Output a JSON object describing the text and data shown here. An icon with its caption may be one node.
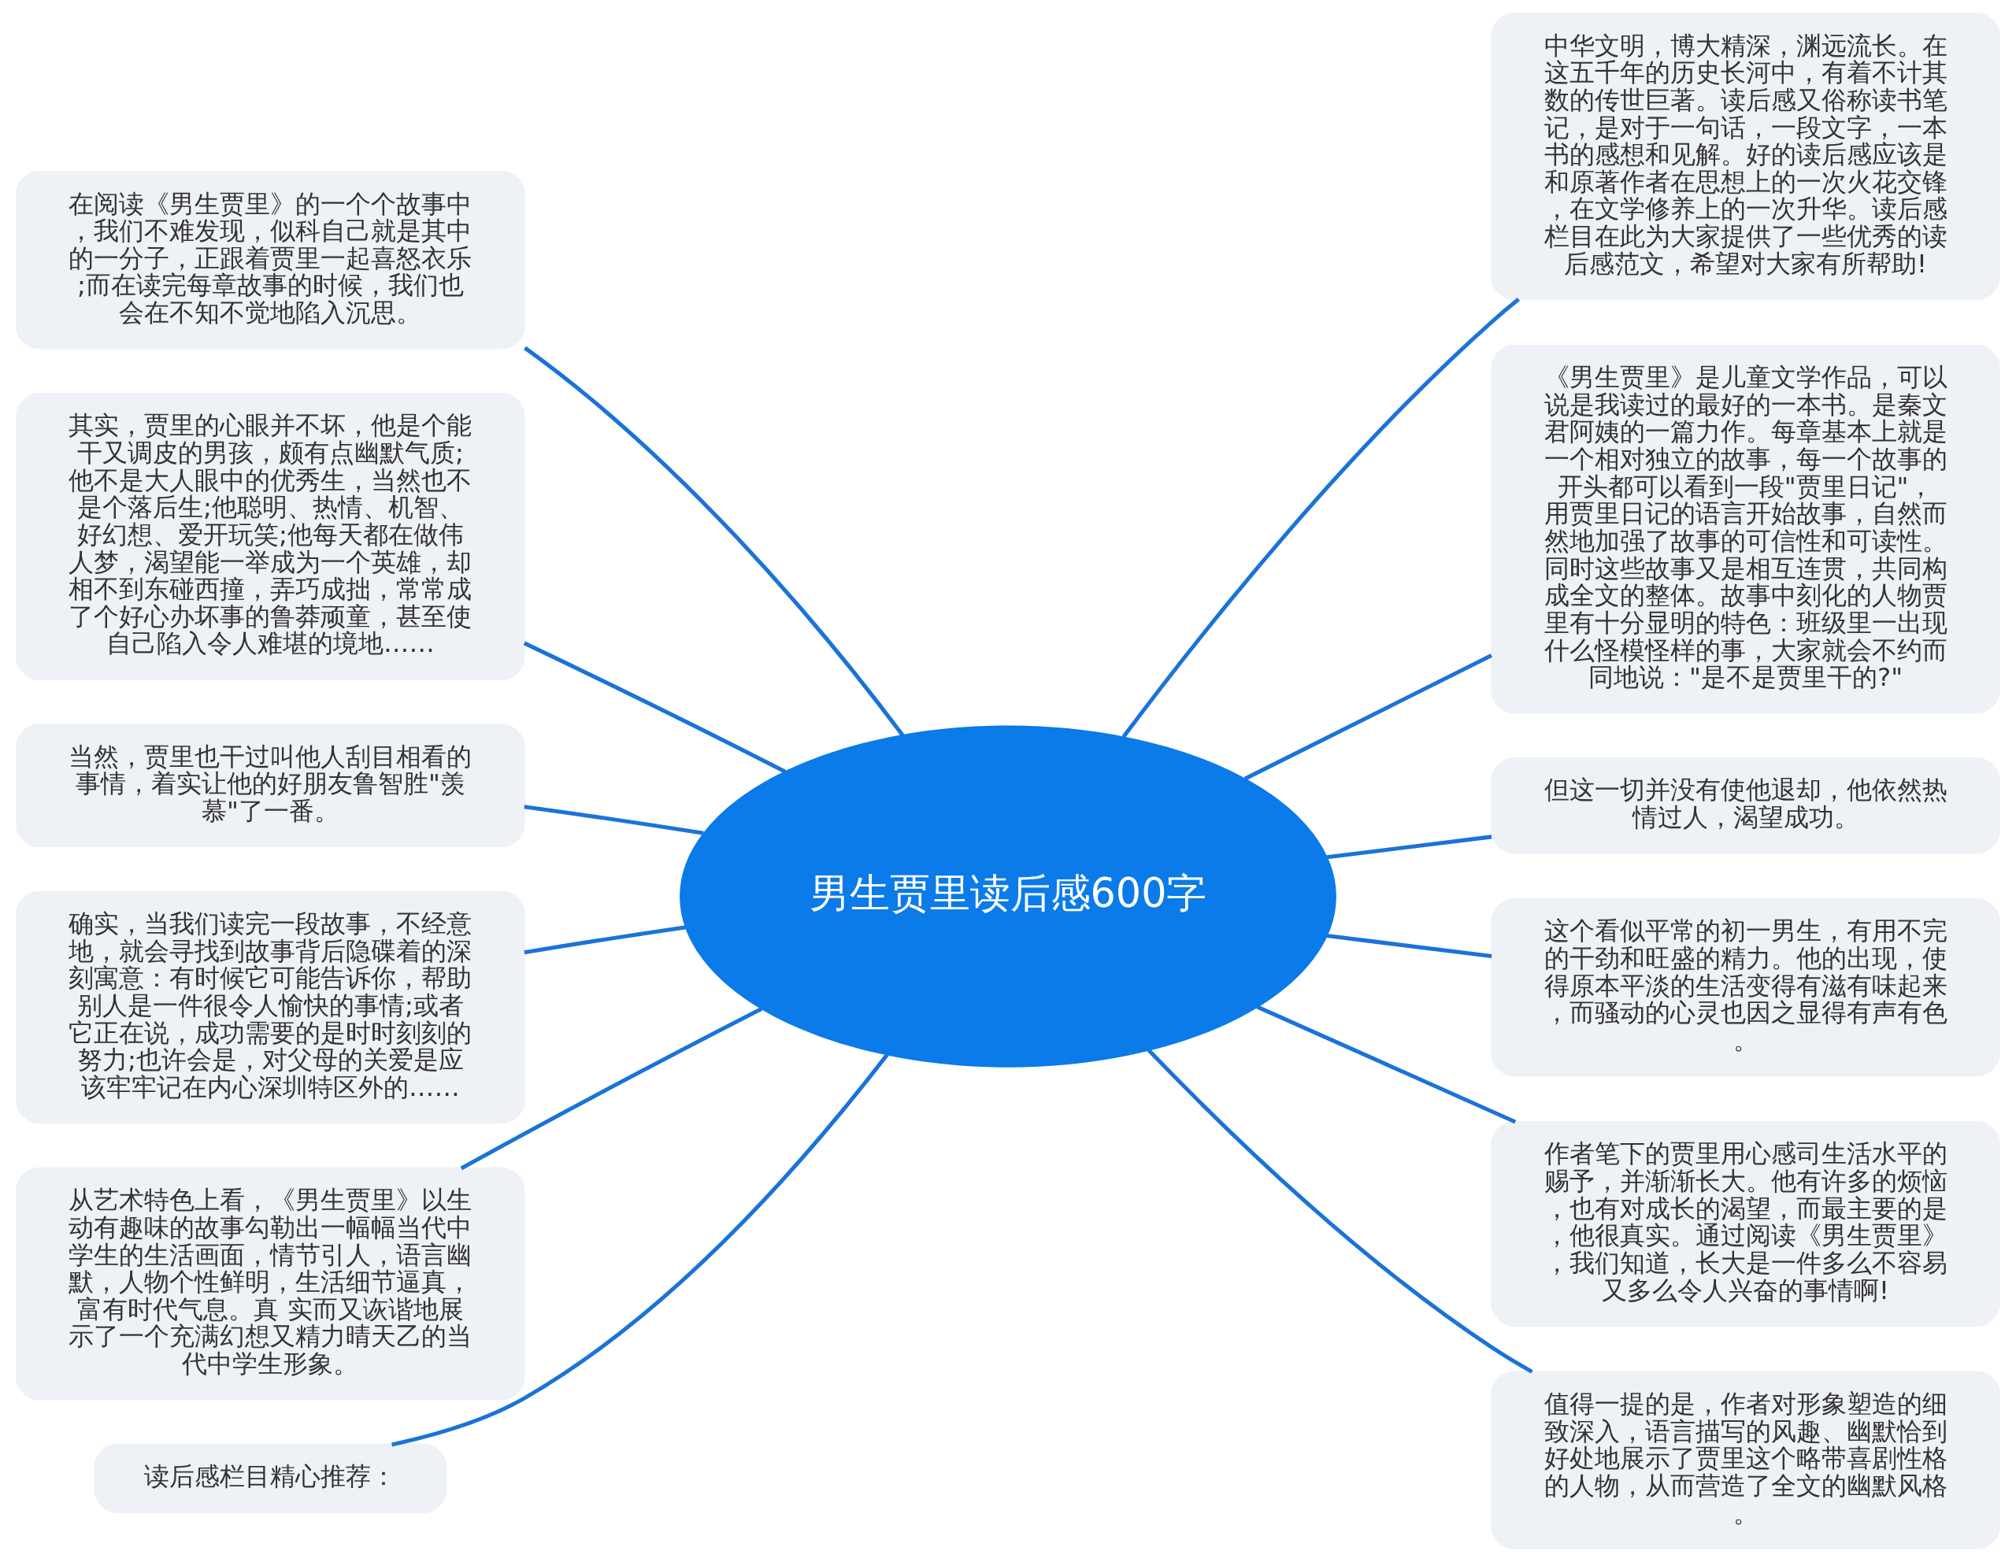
{
  "diagram": {
    "nodes": [
      {
        "text": [
          "男生贾里读后感600字"
        ]
      },
      {
        "text": [
          "中华文明，博大精深，渊远流长。在这五千年的历史长河中，有着不计其数的传世巨著。读后感又俗称读书笔记，是对于一句话，一段文字，一本书的感想和见解。好的读后感应该是和原著作者在思想上的一次火花交锋，在文学修养上的一次升华。读后感栏目在此为大家提供了一些优秀的读后感范文，希望对大家有所帮助!"
        ]
      },
      {
        "text": [
          "《男生贾里》是儿童文学作品，可以说是我读过的最好的一本书。是秦文君阿姨的一篇力作。每章基本上就是一个相对独立的故事，每一个故事的开头都可以看到一段\"贾里日记\"，用贾里日记的语言开始故事，自然而然地加强了故事的可信性和可读性。同时这些故事又是相互连贯，共同构成全文的整体。故事中刻化的人物贾里有十分显明的特色：班级里一出现什么怪模怪样的事，大家就会不约而同地说：\"是不是贾里干的?\""
        ]
      },
      {
        "text": [
          "但这一切并没有使他退却，他依然热情过人，渴望成功。"
        ]
      },
      {
        "text": [
          "这个看似平常的初一男生，有用不完的干劲和旺盛的精力。他的出现，使得原本平淡的生活变得有滋有味起来，而骚动的心灵也因之显得有声有色。"
        ]
      },
      {
        "text": [
          "作者笔下的贾里用心感司生活水平的赐予，并渐渐长大。他有许多的烦恼，也有对成长的渴望，而最主要的是，他很真实。通过阅读《男生贾里》，我们知道，长大是一件多么不容易又多么令人兴奋的事情啊!"
        ]
      },
      {
        "text": [
          "值得一提的是，作者对形象塑造的细致深入，语言描写的风趣、幽默恰到好处地展示了贾里这个略带喜剧性格的人物，从而营造了全文的幽默风格。"
        ]
      },
      {
        "text": [
          "在阅读《男生贾里》的一个个故事中，我们不难发现，似科自己就是其中的一分子，正跟着贾里一起喜怒衣乐;而在读完每章故事的时候，我们也会在不知不觉地陷入沉思。"
        ]
      },
      {
        "text": [
          "其实，贾里的心眼并不坏，他是个能干又调皮的男孩，颇有点幽默气质;他不是大人眼中的优秀生，当然也不是个落后生;他聪明、热情、机智、好幻想、爱开玩笑;他每天都在做伟人梦，渴望能一举成为一个英雄，却相不到东碰西撞，弄巧成拙，常常成了个好心办坏事的鲁莽顽童，甚至使自己陷入令人难堪的境地……"
        ]
      },
      {
        "text": [
          "当然，贾里也干过叫他人刮目相看的事情，着实让他的好朋友鲁智胜\"羡慕\"了一番。"
        ]
      },
      {
        "text": [
          "确实，当我们读完一段故事，不经意地，就会寻找到故事背后隐碟着的深刻寓意：有时候它可能告诉你，帮助别人是一件很令人愉快的事情;或者它正在说，成功需要的是时时刻刻的努力;也许会是，对父母的关爱是应该牢牢记在内心深圳特区外的……"
        ]
      },
      {
        "text": [
          "从艺术特色上看，《男生贾里》以生动有趣味的故事勾勒出一幅幅当代中学生的生活画面，情节引人，语言幽默，人物个性鲜明，生活细节逼真，富有时代气息。真 实而又诙谐地展示了一个充满幻想又精力晴天乙的当代中学生形象。"
        ]
      },
      {
        "text": [
          "读后感栏目精心推荐："
        ]
      }
    ],
    "edges": [
      {
        "from": 0,
        "to": 1,
        "arrow": "none"
      },
      {
        "from": 0,
        "to": 2,
        "arrow": "none"
      },
      {
        "from": 0,
        "to": 3,
        "arrow": "none"
      },
      {
        "from": 0,
        "to": 4,
        "arrow": "none"
      },
      {
        "from": 0,
        "to": 5,
        "arrow": "none"
      },
      {
        "from": 0,
        "to": 6,
        "arrow": "none"
      },
      {
        "from": 0,
        "to": 7,
        "arrow": "none"
      },
      {
        "from": 0,
        "to": 8,
        "arrow": "none"
      },
      {
        "from": 0,
        "to": 9,
        "arrow": "none"
      },
      {
        "from": 0,
        "to": 10,
        "arrow": "none"
      },
      {
        "from": 0,
        "to": 11,
        "arrow": "none"
      },
      {
        "from": 0,
        "to": 12,
        "arrow": "none"
      }
    ]
  }
}
